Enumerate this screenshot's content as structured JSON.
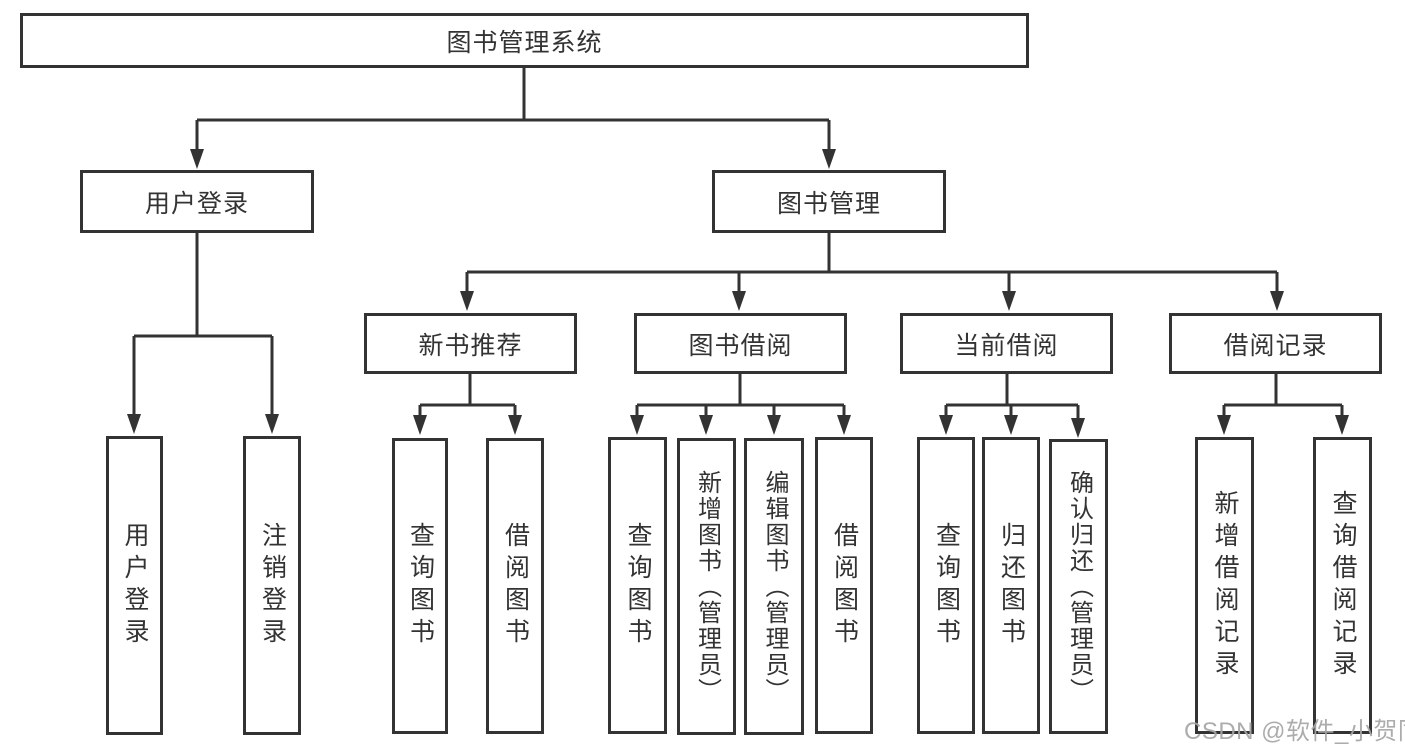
{
  "tree": {
    "root": "图书管理系统",
    "branches": [
      {
        "label": "用户登录",
        "leaves": [
          "用户登录",
          "注销登录"
        ]
      },
      {
        "label": "图书管理",
        "groups": [
          {
            "label": "新书推荐",
            "leaves": [
              "查询图书",
              "借阅图书"
            ]
          },
          {
            "label": "图书借阅",
            "leaves": [
              "查询图书",
              "新增图书（管理员）",
              "编辑图书（管理员）",
              "借阅图书"
            ]
          },
          {
            "label": "当前借阅",
            "leaves": [
              "查询图书",
              "归还图书",
              "确认归还（管理员）"
            ]
          },
          {
            "label": "借阅记录",
            "leaves": [
              "新增借阅记录",
              "查询借阅记录"
            ]
          }
        ]
      }
    ]
  },
  "watermark": "CSDN @软件_小贺同学",
  "colors": {
    "line": "#333333",
    "box_border": "#333333",
    "box_fill": "#ffffff",
    "text": "#333333",
    "watermark": "#a6a6a6",
    "background": "#ffffff"
  }
}
